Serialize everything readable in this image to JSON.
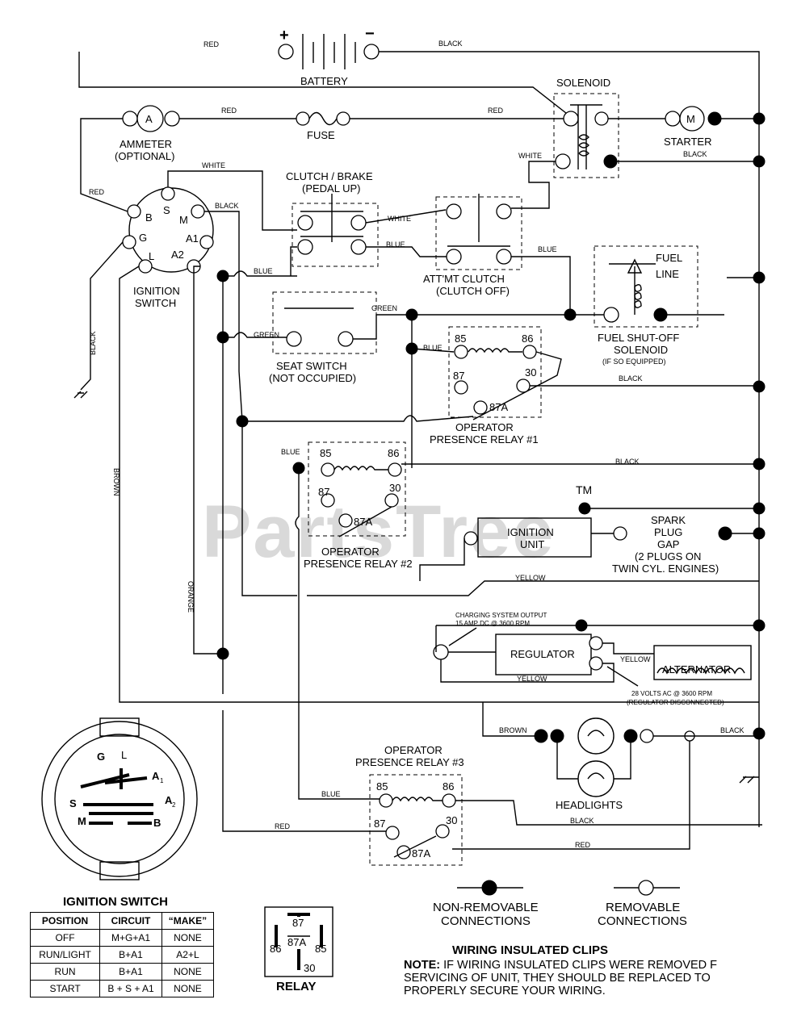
{
  "watermark": {
    "text": "PartsTree",
    "tm": "TM"
  },
  "battery": {
    "label": "BATTERY",
    "plus": "+",
    "minus": "−"
  },
  "solenoid": {
    "label": "SOLENOID"
  },
  "starter": {
    "label": "STARTER",
    "symbol": "M"
  },
  "ammeter": {
    "symbol": "A",
    "label_line1": "AMMETER",
    "label_line2": "(OPTIONAL)"
  },
  "fuse": {
    "label": "FUSE"
  },
  "ignition_switch": {
    "label_line1": "IGNITION",
    "label_line2": "SWITCH",
    "terminals": [
      "B",
      "S",
      "M",
      "G",
      "A1",
      "L",
      "A2"
    ]
  },
  "clutch_brake": {
    "label_line1": "CLUTCH / BRAKE",
    "label_line2": "(PEDAL UP)"
  },
  "attm_clutch": {
    "label_line1": "ATT'MT CLUTCH",
    "label_line2": "(CLUTCH OFF)"
  },
  "fuel_solenoid": {
    "fuel": "FUEL",
    "line": "LINE",
    "label_line1": "FUEL SHUT-OFF",
    "label_line2": "SOLENOID",
    "label_line3": "(IF SO EQUIPPED)"
  },
  "seat_switch": {
    "label_line1": "SEAT SWITCH",
    "label_line2": "(NOT OCCUPIED)"
  },
  "relay1": {
    "t85": "85",
    "t86": "86",
    "t87": "87",
    "t30": "30",
    "t87a": "87A",
    "label_line1": "OPERATOR",
    "label_line2": "PRESENCE RELAY #1"
  },
  "relay2": {
    "t85": "85",
    "t86": "86",
    "t87": "87",
    "t30": "30",
    "t87a": "87A",
    "label_line1": "OPERATOR",
    "label_line2": "PRESENCE RELAY #2"
  },
  "relay3": {
    "t85": "85",
    "t86": "86",
    "t87": "87",
    "t30": "30",
    "t87a": "87A",
    "label_line1": "OPERATOR",
    "label_line2": "PRESENCE RELAY #3"
  },
  "ignition_unit": {
    "line1": "IGNITION",
    "line2": "UNIT"
  },
  "spark_plug": {
    "line1": "SPARK",
    "line2": "PLUG",
    "line3": "GAP",
    "line4": "(2 PLUGS ON",
    "line5": "TWIN CYL. ENGINES)"
  },
  "charging": {
    "line1": "CHARGING SYSTEM OUTPUT",
    "line2": "15 AMP DC @ 3600 RPM"
  },
  "regulator": {
    "label": "REGULATOR"
  },
  "alternator": {
    "label": "ALTERNATOR",
    "note_line1": "28 VOLTS AC @ 3600 RPM",
    "note_line2": "(REGULATOR DISCONNECTED)"
  },
  "headlights": {
    "label": "HEADLIGHTS"
  },
  "wires": {
    "red": "RED",
    "black": "BLACK",
    "white": "WHITE",
    "blue": "BLUE",
    "green": "GREEN",
    "brown": "BROWN",
    "orange": "ORANGE",
    "yellow": "YELLOW"
  },
  "switch_face": {
    "g": "G",
    "l": "L",
    "a1": "A",
    "a1sub": "1",
    "a2": "A",
    "a2sub": "2",
    "s": "S",
    "m": "M",
    "b": "B"
  },
  "ignition_table": {
    "title": "IGNITION SWITCH",
    "headers": [
      "POSITION",
      "CIRCUIT",
      "“MAKE”"
    ],
    "rows": [
      [
        "OFF",
        "M+G+A1",
        "NONE"
      ],
      [
        "RUN/LIGHT",
        "B+A1",
        "A2+L"
      ],
      [
        "RUN",
        "B+A1",
        "NONE"
      ],
      [
        "START",
        "B + S + A1",
        "NONE"
      ]
    ]
  },
  "relay_legend": {
    "label": "RELAY",
    "t87": "87",
    "t87a": "87A",
    "t86": "86",
    "t85": "85",
    "t30": "30"
  },
  "legend": {
    "non_removable_line1": "NON-REMOVABLE",
    "non_removable_line2": "CONNECTIONS",
    "removable_line1": "REMOVABLE",
    "removable_line2": "CONNECTIONS"
  },
  "clips_note": {
    "title": "WIRING INSULATED CLIPS",
    "note_label": "NOTE:",
    "line1": " IF WIRING INSULATED CLIPS WERE REMOVED F",
    "line2": "SERVICING OF UNIT, THEY SHOULD BE REPLACED TO",
    "line3": "PROPERLY SECURE YOUR WIRING."
  }
}
